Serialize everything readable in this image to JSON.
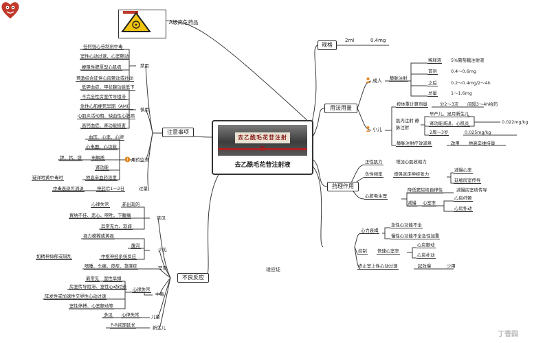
{
  "center": {
    "title": "去乙酰毛花苷注射液",
    "package_label": "去乙酰毛花苷注射液"
  },
  "high_alert": {
    "label": "A级高危药品"
  },
  "spec": {
    "label": "规格",
    "volume": "2ml",
    "dose": "0.4mg"
  },
  "usage": {
    "label": "用法用量",
    "adult": {
      "label": "成人",
      "route": "静脉注射",
      "diluent_label": "稀释液",
      "diluent": "5%葡萄糖注射液",
      "first_label": "首剂",
      "first": "0.4～0.6mg",
      "after_label": "之后",
      "after": "0.2～0.4mg/2～4h",
      "total_label": "总量",
      "total": "1～1.6mg"
    },
    "child": {
      "label": "小儿",
      "divided_label": "按体重计算剂量",
      "divided": "分2～3次",
      "interval": "间隔3～4h给药",
      "route": "肌内注射   静脉注射",
      "preterm": "早产儿、足月新生儿",
      "renal": "肾功能减退、心肌炎",
      "dose1": "0.022mg/kg",
      "twoweeks": "2周～3岁",
      "dose2": "0.025mg/kg",
      "maint_label": "静脉注射疗效满意",
      "maint_a": "改用",
      "maint_b": "地高辛维持量"
    }
  },
  "action": {
    "label": "药理作用",
    "inotropic_label": "正性肌力",
    "inotropic": "增加心肌收缩力",
    "chrono_label": "负性频率",
    "chrono": "增强迷走神经张力",
    "slow_hr": "减慢心率",
    "slow_av": "延缓房室传导",
    "ep_label": "心脏电生理",
    "ep_a": "降低窦房结自律性",
    "ep_a2": "减慢房室结传导",
    "ep_b": "减慢",
    "ep_c": "心室率",
    "ep_d": "心房纤颤",
    "ep_e": "心房扑动"
  },
  "indication": {
    "label": "适应证",
    "hf_label": "心力衰竭",
    "hf_a": "急性心功能不全",
    "hf_b": "慢性心功能不全急性加重",
    "ctrl_label": "控制",
    "ctrl_a": "快速心室率",
    "ctrl_b": "心房颤动",
    "ctrl_c": "心房扑动",
    "svt": "终止室上性心动过速",
    "svt_a": "起效慢",
    "svt_b": "少用"
  },
  "cautions": {
    "label": "注意事项",
    "contra_label": "禁用",
    "contra": [
      "任何强心苷制剂中毒",
      "室性心动过速、心室颤动",
      "梗阻性肥厚型心肌病",
      "预激综合征伴心房颤动或扑动"
    ],
    "careful_label": "慎用",
    "careful": [
      "低钾血症、甲状腺功能低下",
      "不完全性房室传导阻滞",
      "急性心肌梗死早期（AMI）",
      "心肌炎活动期、缺血性心脏病",
      "高钙血症、肾功能损害"
    ],
    "monitor_label": "用药监测",
    "monitor": [
      "血压、心率、心律",
      "心电图、心功能",
      "钾、钙、镁",
      "电解质",
      "肾功能",
      "地高辛血药浓度"
    ],
    "monitor_note": "疑洋地黄中毒时",
    "stop_note": "中毒表现可消退",
    "stop": "停药后1～2日",
    "stop_label": "过量"
  },
  "adverse": {
    "label": "不良反应",
    "common_label": "常见",
    "common": [
      "心律失常",
      "新出现的",
      "胃纳不佳、恶心、呕吐、下腹痛",
      "异常无力、软弱"
    ],
    "rare_label": "少见",
    "rare": [
      "视力模糊或黄视",
      "腹泻",
      "中枢神经系统反应",
      "如精神抑郁或错乱"
    ],
    "very_rare_label": "罕见",
    "very_rare": "嗜睡、头痛、皮疹、荨麻疹",
    "tox_label": "中毒",
    "tox_arr": "心律失常",
    "tox": [
      "最常见",
      "室性早搏",
      "房室传导阻滞、室性心动过速",
      "阵发性或加速性交界性心动过速",
      "室性停搏、心室颤动等"
    ],
    "child_label": "儿童",
    "child_a": "多见",
    "child_b": "心律失常",
    "neo_label": "新生儿",
    "neo": "P-R间期延长"
  },
  "watermark": "丁香园",
  "colors": {
    "line": "#333333",
    "accent_orange": "#e08a2a",
    "badge_red": "#c0392b"
  },
  "icons": [
    "warning-icon",
    "adult-icon",
    "child-icon",
    "monitor-icon",
    "heart-mascot-icon"
  ]
}
